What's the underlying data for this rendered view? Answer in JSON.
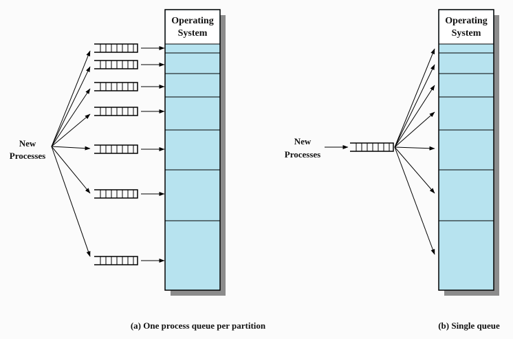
{
  "colors": {
    "partition_fill": "#b7e3ef",
    "shadow": "#8c8c8c",
    "line": "#000000",
    "background": "#fbfbfb"
  },
  "panel_a": {
    "memory_header_line1": "Operating",
    "memory_header_line2": "System",
    "source_label_line1": "New",
    "source_label_line2": "Processes",
    "caption": "(a) One process queue per partition"
  },
  "panel_b": {
    "memory_header_line1": "Operating",
    "memory_header_line2": "System",
    "source_label_line1": "New",
    "source_label_line2": "Processes",
    "caption": "(b) Single queue"
  }
}
